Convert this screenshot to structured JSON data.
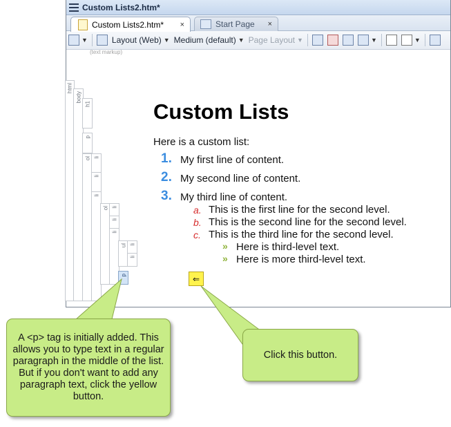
{
  "window": {
    "title": "Custom Lists2.htm*"
  },
  "tabs": [
    {
      "label": "Custom Lists2.htm*",
      "close": "×"
    },
    {
      "label": "Start Page",
      "close": "×"
    }
  ],
  "toolbar": {
    "layout": "Layout (Web)",
    "medium": "Medium (default)",
    "page_layout": "Page Layout"
  },
  "hint_label": "(text markup)",
  "structure_bars": [
    "html",
    "body",
    "h1",
    "p",
    "ol",
    "li",
    "li",
    "ol",
    "li",
    "li",
    "ul",
    "li",
    "li",
    "p"
  ],
  "content": {
    "heading": "Custom Lists",
    "intro": "Here is a custom list:",
    "level1": [
      {
        "num": "1.",
        "text": "My first line of content."
      },
      {
        "num": "2.",
        "text": "My second line of content."
      },
      {
        "num": "3.",
        "text": "My third line of content."
      }
    ],
    "level2": [
      {
        "num": "a.",
        "text": "This is the first line for the second level."
      },
      {
        "num": "b.",
        "text": "This is the second line for the second level."
      },
      {
        "num": "c.",
        "text": "This is the third line for the second level."
      }
    ],
    "level3": [
      {
        "bullet": "»",
        "text": "Here is third-level text."
      },
      {
        "bullet": "»",
        "text": "Here is more third-level text."
      }
    ]
  },
  "callouts": {
    "left": "A <p> tag is initially added. This allows you to type text in a regular paragraph in the middle of the list. But if you don't want to add any paragraph text, click the yellow button.",
    "right": "Click this button."
  },
  "colors": {
    "callout_fill": "#c8ec87",
    "level1_number": "#3b8de0",
    "level2_letter": "#d62b2b",
    "level3_bullet": "#8fb33b",
    "yellow_button": "#fff34d"
  },
  "icons": [
    "menu-icon",
    "document-icon",
    "page-icon",
    "zoom-icon",
    "style-icon",
    "toolbar-icons"
  ]
}
